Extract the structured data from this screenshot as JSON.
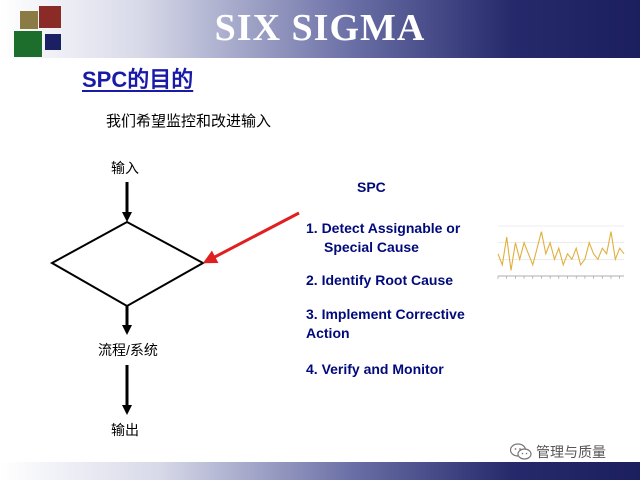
{
  "header": {
    "title": "SIX SIGMA"
  },
  "slide": {
    "title": "SPC的目的",
    "subtitle": "我们希望监控和改进输入"
  },
  "flow": {
    "input_label": "输入",
    "process_label": "流程/系统",
    "output_label": "输出"
  },
  "spc": {
    "heading": "SPC",
    "steps": [
      {
        "line1": "1. Detect Assignable or",
        "line2": "Special Cause"
      },
      {
        "line1": "2. Identify Root Cause"
      },
      {
        "line1": "3. Implement Corrective",
        "line2": "Action"
      },
      {
        "line1": "4. Verify and Monitor"
      }
    ]
  },
  "mini_chart": {
    "values": [
      10,
      8,
      13,
      7,
      12,
      9,
      12,
      10,
      8,
      11,
      14,
      10,
      12,
      9,
      11,
      8,
      10,
      9,
      11,
      8,
      9,
      12,
      10,
      9,
      11,
      10,
      14,
      9,
      11,
      10
    ],
    "colors": {
      "line": "#e0b03c",
      "grid": "#d9d9d9",
      "axis": "#999999"
    }
  },
  "colors": {
    "title_blue": "#1a1aa8",
    "step_navy": "#000a7a",
    "pointer_red": "#e02020"
  },
  "watermark": {
    "icon": "wechat-icon",
    "text": "管理与质量"
  }
}
